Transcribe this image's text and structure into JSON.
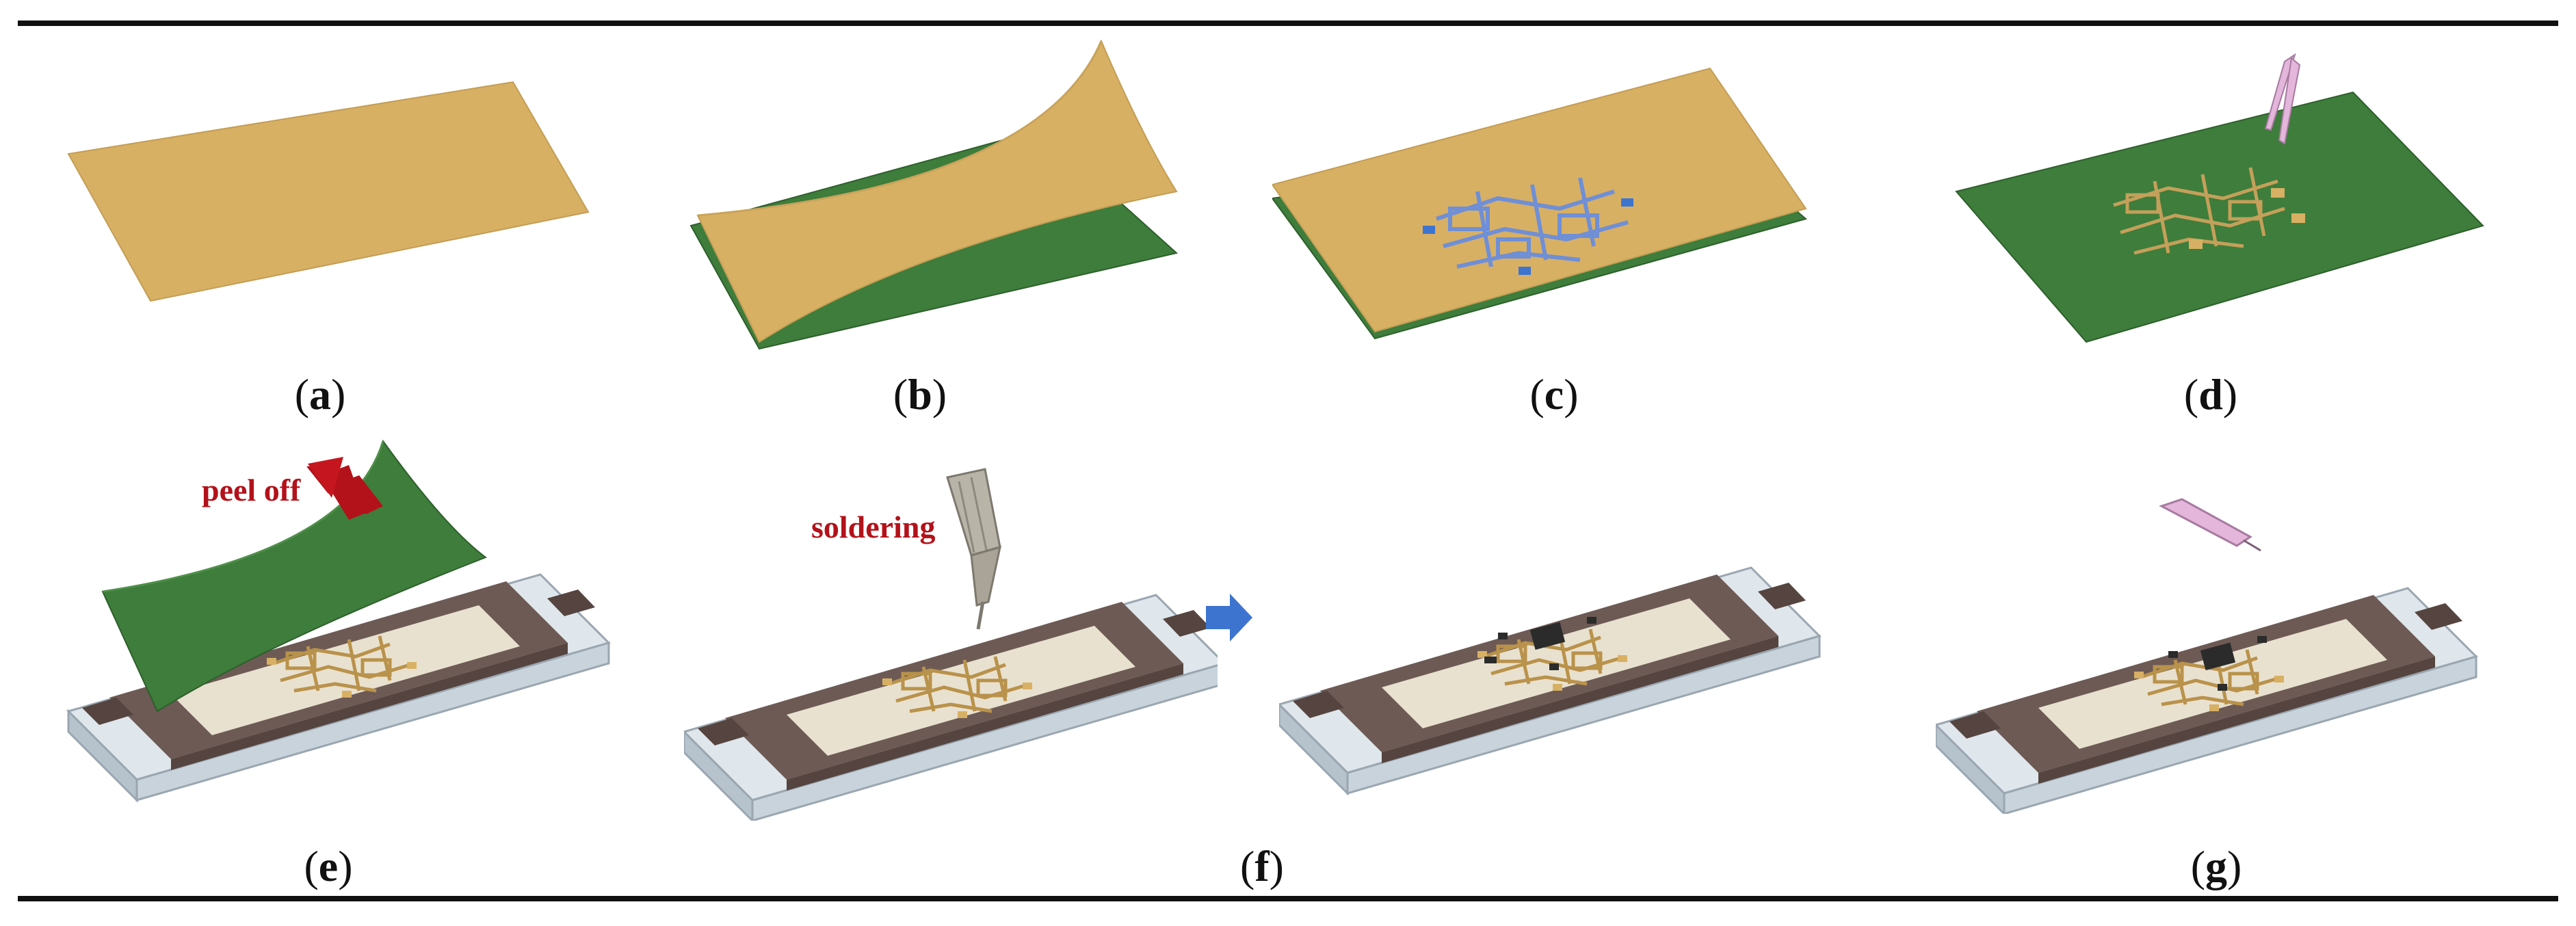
{
  "panels": [
    {
      "id": "a",
      "label": "a"
    },
    {
      "id": "b",
      "label": "b"
    },
    {
      "id": "c",
      "label": "c"
    },
    {
      "id": "d",
      "label": "d"
    },
    {
      "id": "e",
      "label": "e",
      "annotation": "peel off"
    },
    {
      "id": "f",
      "label": "f",
      "annotation": "soldering"
    },
    {
      "id": "g",
      "label": "g"
    }
  ],
  "colors": {
    "copper": "#d8b064",
    "substrate_green": "#3e7d3b",
    "frame_brown": "#6d5a55",
    "base_glass": "#c8d3dc",
    "board_cream": "#e9e1cf",
    "arrow_red": "#b3121a",
    "arrow_blue": "#3d74d0",
    "tool_pink": "#e4b6dc"
  },
  "icons": [
    "tweezers-icon",
    "soldering-iron-icon",
    "probe-pen-icon",
    "process-arrow-icon"
  ]
}
